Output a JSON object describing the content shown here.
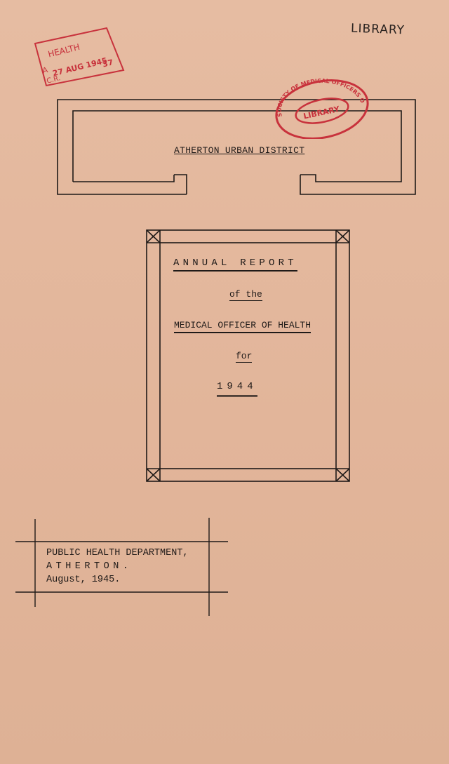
{
  "header": {
    "library_label": "LIBRARY"
  },
  "stamps": {
    "health": {
      "word": "HEALTH",
      "prefix": "A",
      "date": "27 AUG 1945",
      "number": "37",
      "initials": "C.R.",
      "color": "#c8323c"
    },
    "society": {
      "arc_text": "SOCIETY OF MEDICAL OFFICERS OF HEALTH",
      "center_text": "LIBRARY",
      "color": "#c8323c"
    }
  },
  "district": {
    "title": "ATHERTON URBAN DISTRICT"
  },
  "report": {
    "heading": "ANNUAL REPORT",
    "of_the": "of the",
    "officer": "MEDICAL OFFICER OF HEALTH",
    "for": "for",
    "year": "1944"
  },
  "department": {
    "line1": "PUBLIC HEALTH DEPARTMENT,",
    "line2": "ATHERTON.",
    "line3": "August, 1945."
  }
}
